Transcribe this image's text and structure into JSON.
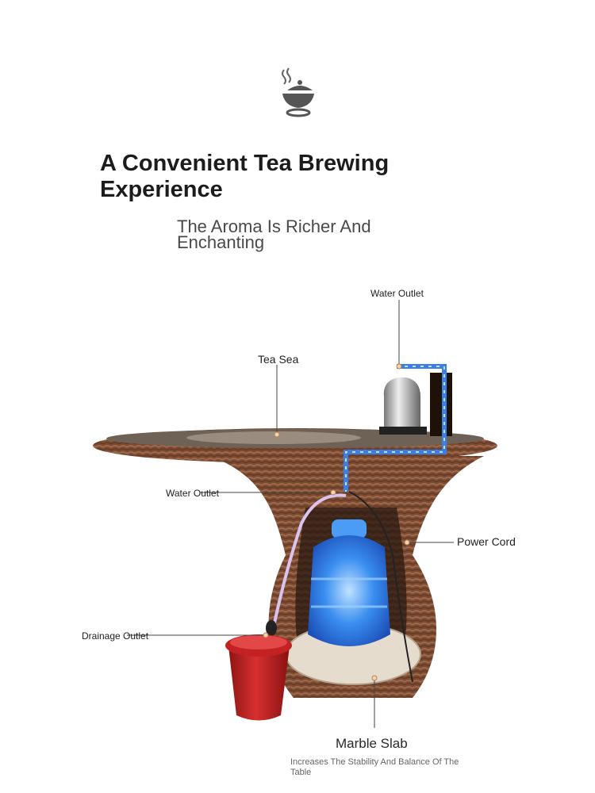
{
  "header": {
    "icon": "teacup-icon",
    "title": "A Convenient Tea Brewing Experience",
    "subtitle": "The Aroma Is Richer And Enchanting"
  },
  "callouts": {
    "water_outlet_top": "Water Outlet",
    "tea_sea": "Tea Sea",
    "water_outlet_left": "Water Outlet",
    "power_cord": "Power Cord",
    "drainage_outlet": "Drainage Outlet",
    "marble_slab": "Marble Slab",
    "marble_caption": "Increases The Stability And Balance Of The Table"
  },
  "colors": {
    "rattan": "#7a4a32",
    "water_blue": "#2f7fe0",
    "bucket_red": "#b81f1f"
  }
}
